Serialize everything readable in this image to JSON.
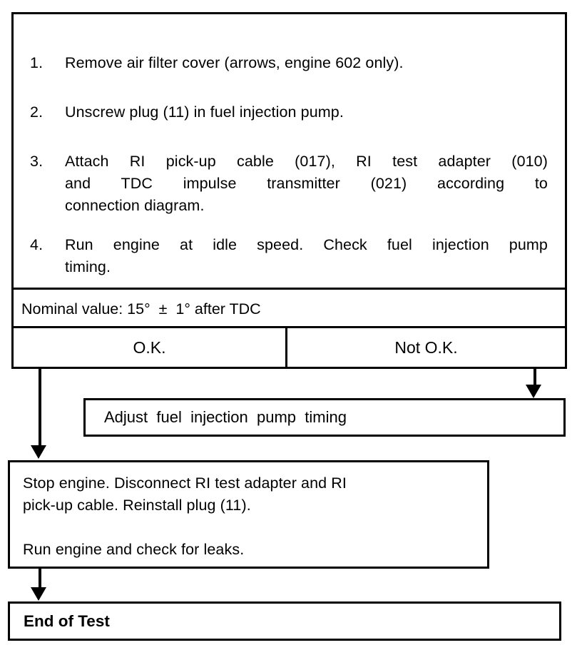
{
  "document": {
    "type": "flowchart",
    "title": "Fuel injection pump timing test procedure"
  },
  "main_block": {
    "steps": [
      {
        "number": "1.",
        "text": "Remove air filter cover (arrows, engine 602 only)."
      },
      {
        "number": "2.",
        "text": "Unscrew plug (11) in fuel injection pump."
      },
      {
        "number": "3.",
        "line1": "Attach RI pick-up cable (017), RI test adapter (010)",
        "line2": "and TDC impulse transmitter (021) according to",
        "line3": "connection diagram."
      },
      {
        "number": "4.",
        "line1": "Run engine at idle speed. Check fuel injection pump",
        "line2": "timing."
      }
    ],
    "nominal_value": "Nominal value: 15°  ±  1° after TDC",
    "verdict_ok": "O.K.",
    "verdict_not_ok": "Not O.K."
  },
  "adjust_block": {
    "text": "Adjust  fuel  injection  pump  timing"
  },
  "stop_block": {
    "line1": "Stop engine. Disconnect RI test adapter and RI",
    "line2": "pick-up cable. Reinstall plug (11).",
    "line3": "Run engine and check for leaks."
  },
  "end_block": {
    "text": "End of Test"
  },
  "colors": {
    "ink": "#000000",
    "paper": "#ffffff"
  }
}
